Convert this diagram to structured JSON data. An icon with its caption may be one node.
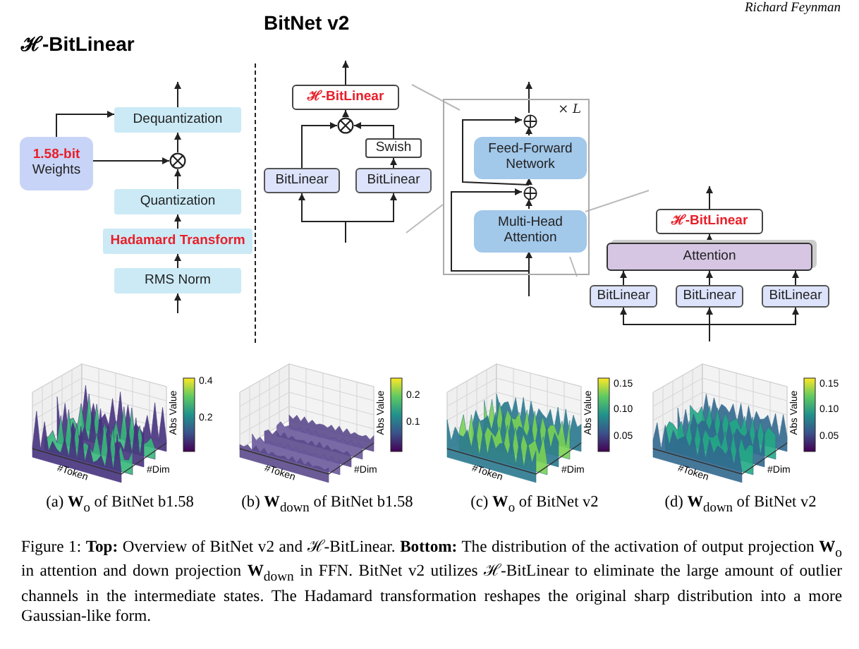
{
  "diagram": {
    "caption": "Figure 1: **Top:** Overview of BitNet v2 and ℋ-BitLinear. **Bottom:** The distribution of the activation of output projection **W**$_{o}$ in attention and down projection **W**$_{down}$ in FFN. BitNet v2 utilizes ℋ-BitLinear to eliminate the large amount of outlier channels in the intermediate states. The Hadamard transformation reshapes the original sharp distribution into a more Gaussian-like form.",
    "nodes": [
      {
        "text": [
          "Dequantization"
        ]
      },
      {
        "text": [
          "1.58-bit",
          "Weights"
        ]
      },
      {
        "text": [],
        "shape": "circle"
      },
      {
        "text": [
          "Quantization"
        ]
      },
      {
        "text": [
          "Hadamard Transform"
        ]
      },
      {
        "text": [
          "RMS Norm"
        ]
      },
      {
        "text": [
          "ℋ-BitLinear"
        ]
      },
      {
        "text": [],
        "shape": "circle"
      },
      {
        "text": [
          "Swish"
        ]
      },
      {
        "text": [
          "BitLinear"
        ]
      },
      {
        "text": [
          "BitLinear"
        ]
      },
      {
        "text": [
          "× L"
        ]
      },
      {
        "text": [],
        "shape": "circle",
        "in": 11
      },
      {
        "text": [
          "Feed-Forward Network"
        ],
        "in": 11
      },
      {
        "text": [],
        "shape": "circle",
        "in": 11
      },
      {
        "text": [
          "Multi-Head Attention"
        ],
        "in": 11
      },
      {
        "text": [
          "ℋ-BitLinear"
        ]
      },
      {
        "text": [
          "Attention"
        ]
      },
      {
        "text": [
          "BitLinear"
        ]
      },
      {
        "text": [
          "BitLinear"
        ]
      },
      {
        "text": [
          "BitLinear"
        ]
      }
    ],
    "edges": [
      {
        "from": null,
        "to": 5,
        "arrow": "to"
      },
      {
        "from": 5,
        "to": 4,
        "arrow": "to"
      },
      {
        "from": 4,
        "to": 3,
        "arrow": "to"
      },
      {
        "from": 3,
        "to": 2,
        "arrow": "to"
      },
      {
        "from": 1,
        "to": 2,
        "arrow": "to"
      },
      {
        "from": 2,
        "to": 0,
        "arrow": "to"
      },
      {
        "from": 1,
        "to": 0,
        "arrow": "to"
      },
      {
        "from": 0,
        "to": null,
        "arrow": "to"
      },
      {
        "from": null,
        "to": 9,
        "arrow": "to"
      },
      {
        "from": null,
        "to": 10,
        "arrow": "to"
      },
      {
        "from": 9,
        "to": 7,
        "arrow": "to"
      },
      {
        "from": 10,
        "to": 8,
        "arrow": "to"
      },
      {
        "from": 8,
        "to": 7,
        "arrow": "to"
      },
      {
        "from": 7,
        "to": 6,
        "arrow": "to"
      },
      {
        "from": 6,
        "to": null,
        "arrow": "to"
      },
      {
        "from": null,
        "to": 15,
        "arrow": "to"
      },
      {
        "from": 15,
        "to": 14,
        "arrow": "to"
      },
      {
        "from": null,
        "to": 14,
        "arrow": "to"
      },
      {
        "from": 14,
        "to": 13,
        "arrow": "to"
      },
      {
        "from": 14,
        "to": 12,
        "arrow": "to"
      },
      {
        "from": 13,
        "to": 12,
        "arrow": "to"
      },
      {
        "from": 12,
        "to": null,
        "arrow": "to"
      },
      {
        "from": null,
        "to": 18,
        "arrow": "to"
      },
      {
        "from": null,
        "to": 19,
        "arrow": "to"
      },
      {
        "from": null,
        "to": 20,
        "arrow": "to"
      },
      {
        "from": 18,
        "to": 17,
        "arrow": "to"
      },
      {
        "from": 19,
        "to": 17,
        "arrow": "to"
      },
      {
        "from": 20,
        "to": 17,
        "arrow": "to"
      },
      {
        "from": 17,
        "to": 16,
        "arrow": "to"
      },
      {
        "from": 16,
        "to": null,
        "arrow": "to"
      }
    ],
    "labels": [
      "Richard Feynman",
      "ℋ-BitLinear",
      "BitNet v2",
      "Abs Value",
      "0.4",
      "0.2",
      "#Token",
      "#Dim",
      "Abs Value",
      "0.2",
      "0.1",
      "#Token",
      "#Dim",
      "Abs Value",
      "0.15",
      "0.10",
      "0.05",
      "#Token",
      "#Dim",
      "Abs Value",
      "0.15",
      "0.10",
      "0.05",
      "#Token",
      "#Dim",
      "(a) **W**$_{o}$ of BitNet b1.58",
      "(b) **W**$_{down}$ of BitNet b1.58",
      "(c) **W**$_{o}$ of BitNet v2",
      "(d) **W**$_{down}$ of BitNet v2"
    ]
  }
}
